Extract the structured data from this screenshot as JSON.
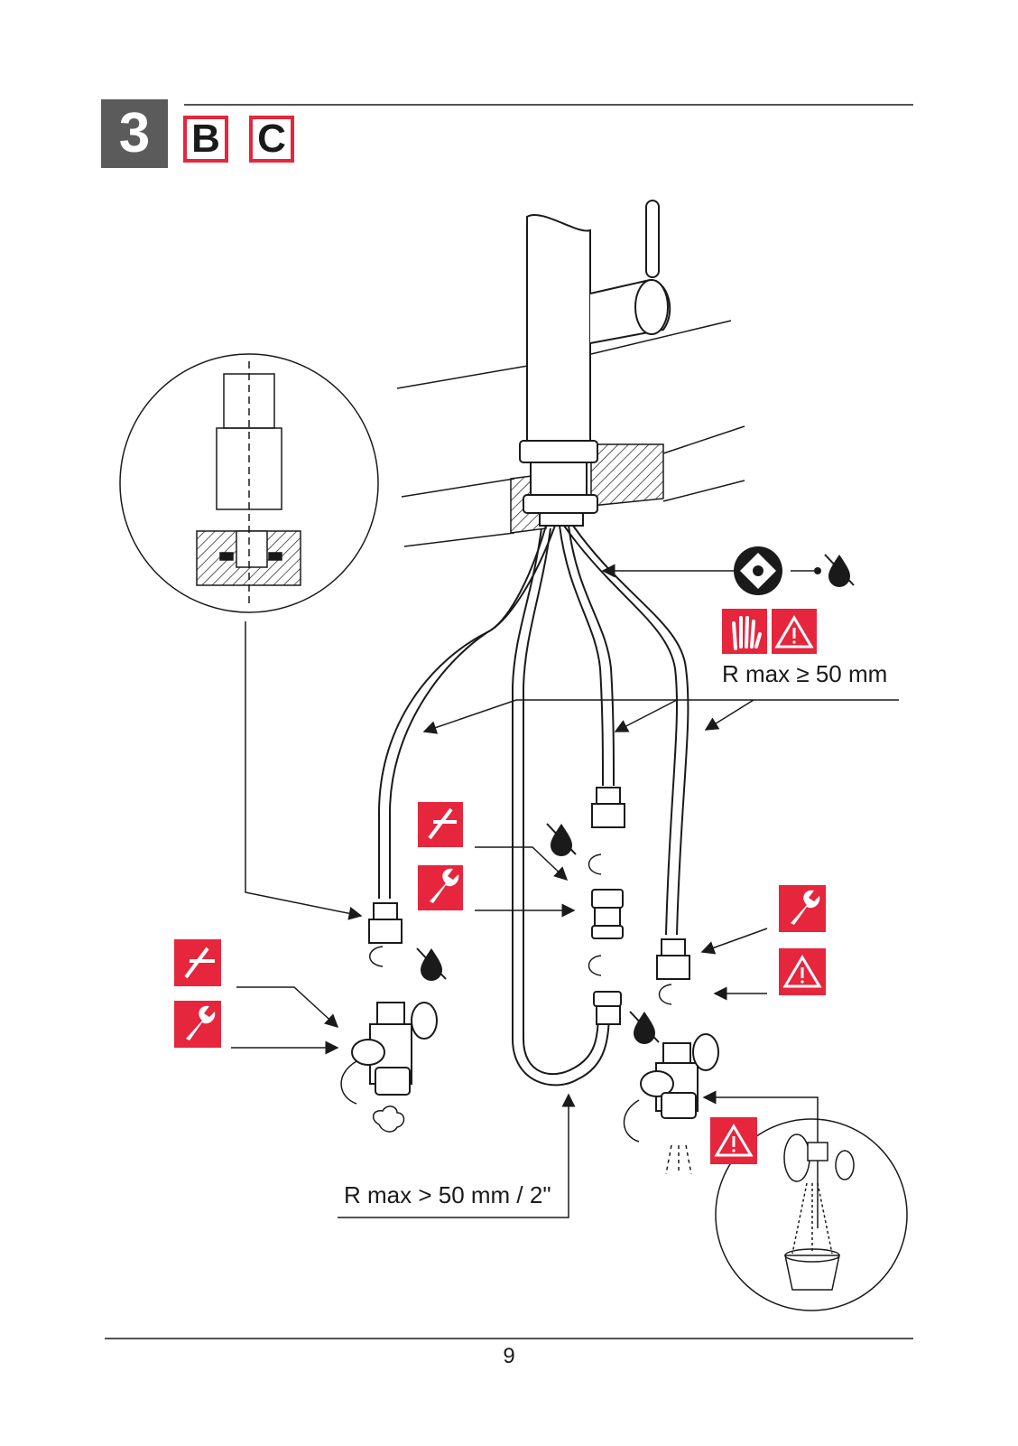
{
  "header": {
    "step_number": "3",
    "variants": [
      "B",
      "C"
    ]
  },
  "annotations": {
    "bend_radius_top": "R max ≥ 50 mm",
    "bend_radius_bottom": "R max > 50 mm / 2\""
  },
  "footer": {
    "page_number": "9"
  },
  "colors": {
    "accent_red": "#e5263d",
    "badge_gray": "#5b5b5b",
    "line": "#1a1a1a"
  },
  "icons": {
    "top_right": [
      "inspect-eye-icon",
      "no-drip-icon",
      "no-gloves-hand-icon",
      "warning-triangle-icon"
    ],
    "left_valve": [
      "no-pipe-wrench-icon",
      "wrench-icon",
      "no-drip-icon",
      "steam-cloud-icon"
    ],
    "middle_connector": [
      "no-pipe-wrench-icon",
      "wrench-icon",
      "no-drip-icon"
    ],
    "right_valve": [
      "wrench-icon",
      "warning-triangle-icon",
      "no-drip-icon",
      "warning-triangle-icon",
      "bucket-flush-icon"
    ]
  }
}
